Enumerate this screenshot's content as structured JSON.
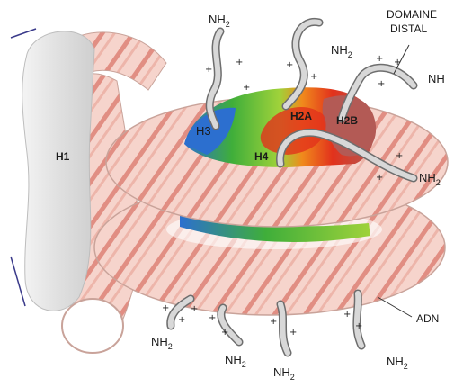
{
  "diagram": {
    "labels": {
      "h1": "H1",
      "h2a": "H2A",
      "h2b": "H2B",
      "h3": "H3",
      "h4": "H4",
      "adn": "ADN",
      "domaine_line1": "DOMAINE",
      "domaine_line2": "DISTAL",
      "nh_right": "NH",
      "nh2_top_left": "NH",
      "nh2_top_center": "NH",
      "nh2_right": "NH",
      "nh2_bottom_1": "NH",
      "nh2_bottom_2": "NH",
      "nh2_bottom_3": "NH",
      "nh2_bottom_4": "NH",
      "subscript": "2",
      "plus": "+"
    },
    "colors": {
      "dna_fill": "#f6d4cc",
      "dna_stripe": "#d9776a",
      "dna_edge": "#c9a39a",
      "h1_fill": "#e8e8e8",
      "tail_fill": "#d8d8d8",
      "tail_edge": "#6e6e6e",
      "h3_blue": "#2c6fcf",
      "h3_green": "#3fae3a",
      "h2a_red": "#e2321c",
      "h2a_orange": "#f08a1c",
      "h2b_brown": "#b35a55",
      "guide_line": "#3a3a8a"
    }
  }
}
